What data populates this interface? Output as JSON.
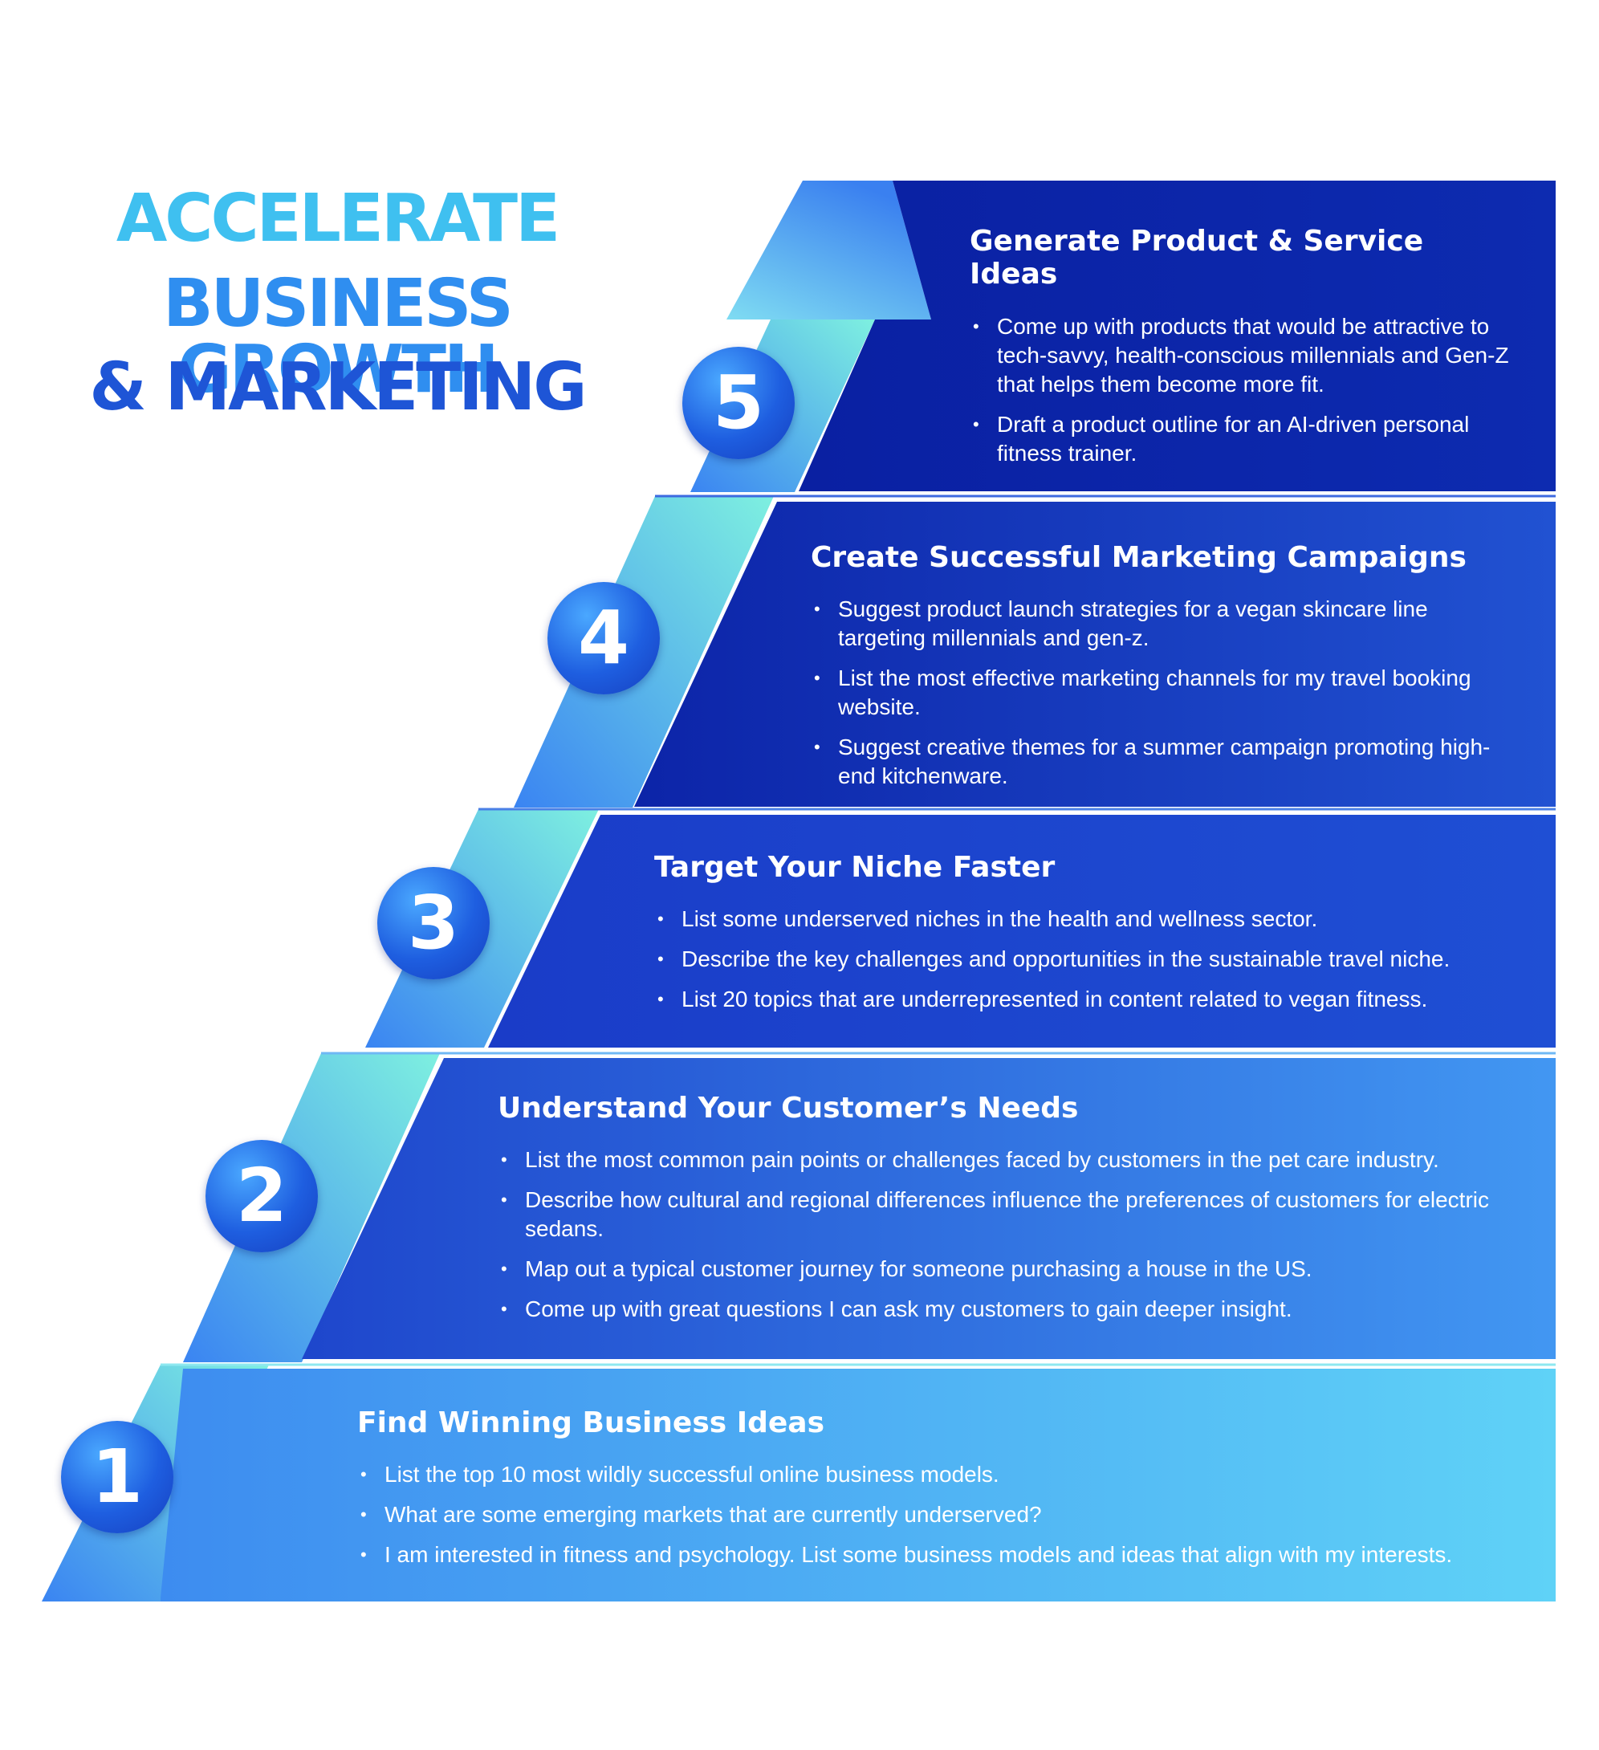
{
  "title": {
    "line1": "ACCELERATE",
    "line2": "BUSINESS GROWTH",
    "line3": "& MARKETING"
  },
  "colors": {
    "title_light": "#3fc0f0",
    "title_mid": "#2f8ef0",
    "title_dark": "#1e55d6",
    "band_dark": "#0a22a8",
    "band_light": "#5ed0f6",
    "arrow_teal": "#7ef0e0",
    "arrow_blue": "#3a84f2"
  },
  "steps": [
    {
      "number": "1",
      "heading": "Find Winning Business Ideas",
      "bullets": [
        "List the top 10 most wildly successful online business models.",
        "What are some emerging markets that are currently underserved?",
        "I am interested in fitness and psychology. List some business models and ideas that align with my interests."
      ]
    },
    {
      "number": "2",
      "heading": "Understand Your Customer’s Needs",
      "bullets": [
        "List the most common pain points or challenges faced by customers in the pet care industry.",
        "Describe how cultural and regional differences influence the preferences of customers for electric sedans.",
        "Map out a typical customer journey for someone purchasing a house in the US.",
        "Come up with great questions I can ask my customers to gain deeper insight."
      ]
    },
    {
      "number": "3",
      "heading": "Target Your Niche Faster",
      "bullets": [
        "List some underserved niches in the health and wellness sector.",
        "Describe the key challenges and opportunities in the sustainable travel niche.",
        "List 20 topics that are underrepresented in content related to vegan fitness."
      ]
    },
    {
      "number": "4",
      "heading": "Create Successful Marketing Campaigns",
      "bullets": [
        "Suggest product launch strategies for a vegan skincare line targeting millennials and gen-z.",
        "List the most effective marketing channels for my travel booking website.",
        "Suggest creative themes for a summer campaign promoting high-end kitchenware."
      ]
    },
    {
      "number": "5",
      "heading": "Generate Product & Service Ideas",
      "bullets": [
        "Come up with products that would be attractive to tech-savvy, health-conscious millennials and Gen-Z that helps them become more fit.",
        "Draft a product outline for an AI-driven personal fitness trainer."
      ]
    }
  ]
}
